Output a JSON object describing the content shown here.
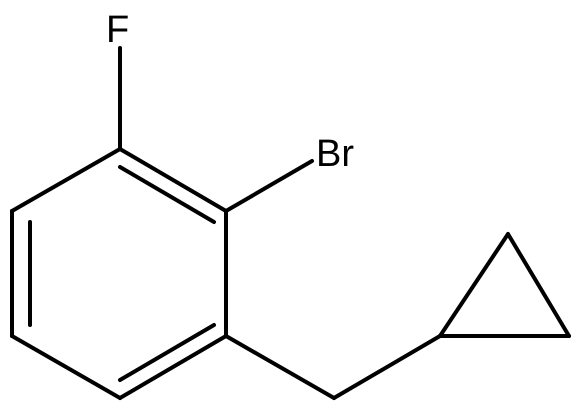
{
  "molecule": {
    "atoms": [
      {
        "id": "F",
        "label": "F"
      },
      {
        "id": "Br",
        "label": "Br"
      }
    ]
  },
  "colors": {
    "background": "#ffffff",
    "bond": "#000000",
    "text": "#000000"
  }
}
